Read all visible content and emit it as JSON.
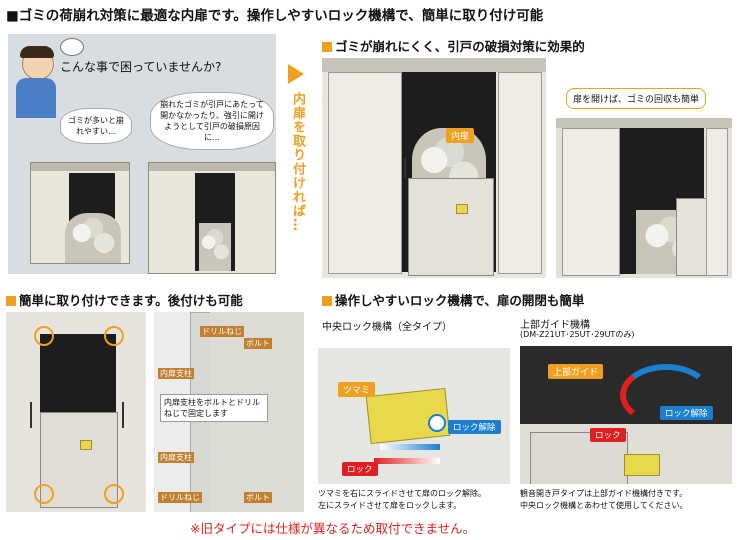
{
  "headline": "■ゴミの荷崩れ対策に最適な内扉です。操作しやすいロック機構で、簡単に取り付け可能",
  "problem": {
    "question": "こんな事で困っていませんか?",
    "bubble1": "ゴミが多いと崩れやすい…",
    "bubble2": "崩れたゴミが引戸にあたって開かなかったり、強引に開けようとして引戸の破損原因に…"
  },
  "arrow_text": "内扉を取り付ければ…",
  "section_top_right": {
    "title": "ゴミが崩れにくく、引戸の破損対策に効果的",
    "tag_inner_door": "内扉",
    "callout": "扉を開けば、ゴミの回収も簡単"
  },
  "section_bottom_left": {
    "title": "簡単に取り付けできます。後付けも可能",
    "labels": {
      "drill_screw_top": "ドリルねじ",
      "bolt_top": "ボルト",
      "pillar_top": "内扉支柱",
      "description": "内扉支柱をボルトとドリルねじで固定します",
      "pillar_bottom": "内扉支柱",
      "drill_screw_bottom": "ドリルねじ",
      "bolt_bottom": "ボルト"
    }
  },
  "section_bottom_right": {
    "title": "操作しやすいロック機構で、扉の開閉も簡単",
    "center_lock": {
      "heading": "中央ロック機構（全タイプ）",
      "knob": "ツマミ",
      "unlock": "ロック解除",
      "lock": "ロック",
      "caption_line1": "ツマミを右にスライドさせて扉のロック解除。",
      "caption_line2": "左にスライドさせて扉をロックします。"
    },
    "top_guide": {
      "heading": "上部ガイド機構",
      "subheading": "(DM-Z21UT･25UT･29UTのみ)",
      "guide": "上部ガイド",
      "unlock": "ロック解除",
      "lock": "ロック",
      "caption_line1": "観音開き戸タイプは上部ガイド機構付きです。",
      "caption_line2": "中央ロック機構とあわせて使用してください。"
    }
  },
  "footnote": "※旧タイプには仕様が異なるため取付できません。",
  "colors": {
    "accent": "#f0a020",
    "lock_red": "#e02020",
    "unlock_blue": "#1a7fd0"
  }
}
